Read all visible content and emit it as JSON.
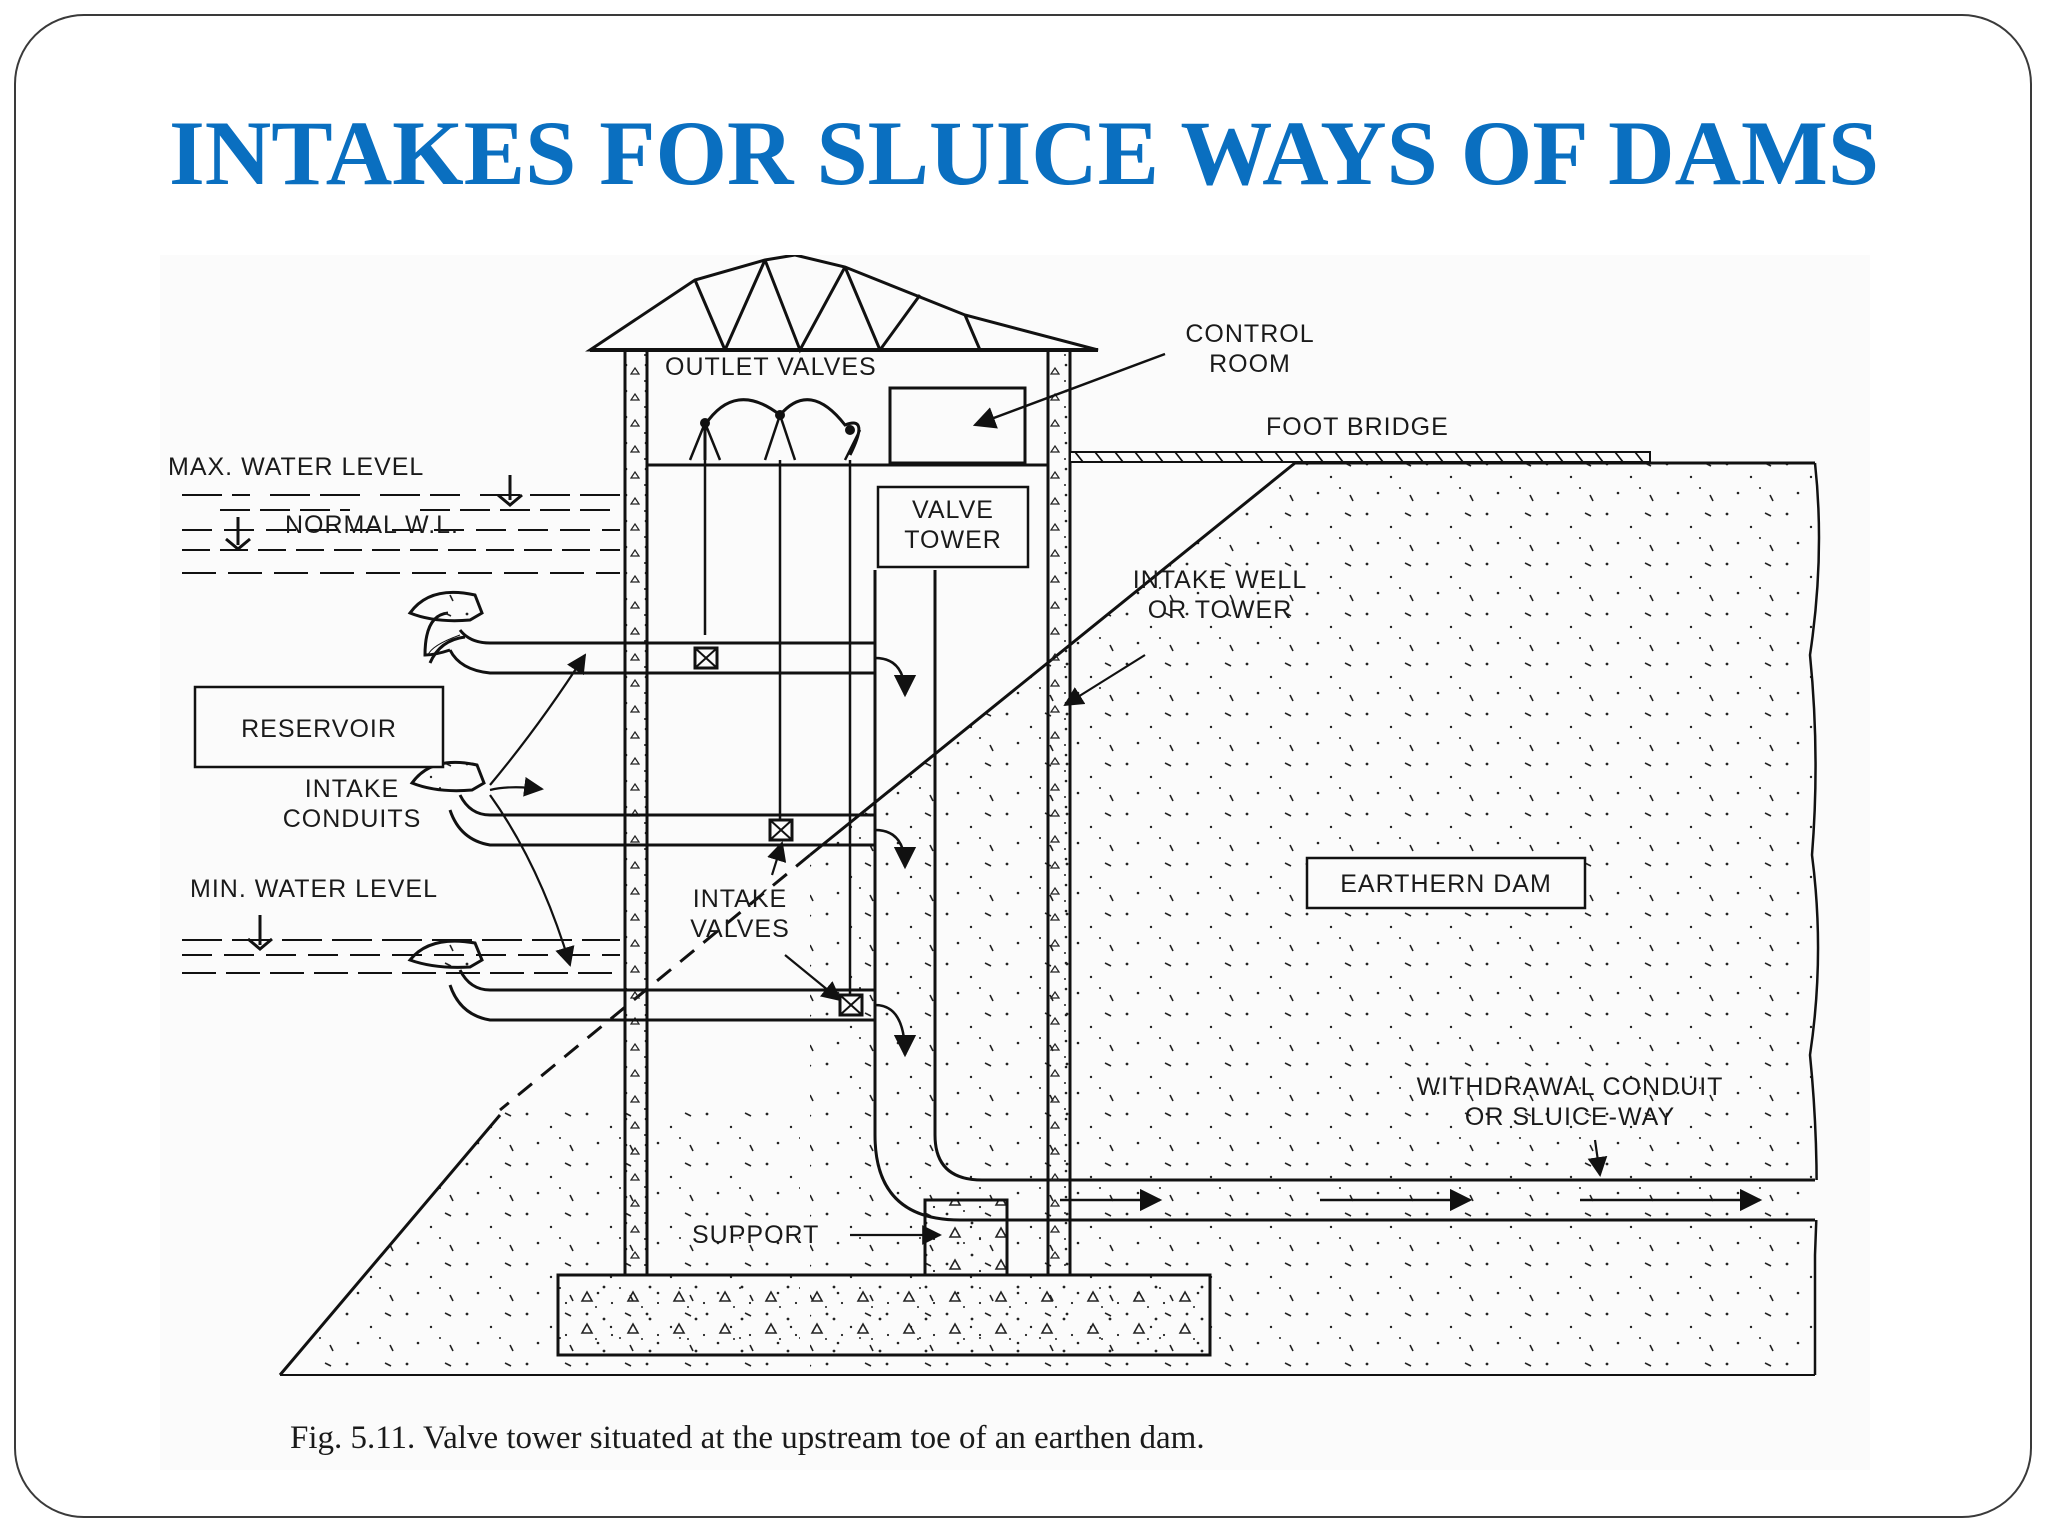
{
  "slide": {
    "title": "INTAKES FOR SLUICE WAYS OF DAMS"
  },
  "figure": {
    "labels": {
      "control_room_1": "CONTROL",
      "control_room_2": "ROOM",
      "outlet_valves": "OUTLET VALVES",
      "foot_bridge": "FOOT BRIDGE",
      "max_water_level": "MAX. WATER LEVEL",
      "normal_wl": "NORMAL W.L.",
      "valve_tower_1": "VALVE",
      "valve_tower_2": "TOWER",
      "intake_well_1": "INTAKE WELL",
      "intake_well_2": "OR TOWER",
      "reservoir": "RESERVOIR",
      "intake_conduits_1": "INTAKE",
      "intake_conduits_2": "CONDUITS",
      "earthern_dam": "EARTHERN DAM",
      "min_water_level": "MIN. WATER LEVEL",
      "intake_valves_1": "INTAKE",
      "intake_valves_2": "VALVES",
      "withdrawal_1": "WITHDRAWAL CONDUIT",
      "withdrawal_2": "OR SLUICE-WAY",
      "support": "SUPPORT"
    },
    "caption": "Fig. 5.11. Valve tower situated at the upstream toe of an earthen dam."
  }
}
